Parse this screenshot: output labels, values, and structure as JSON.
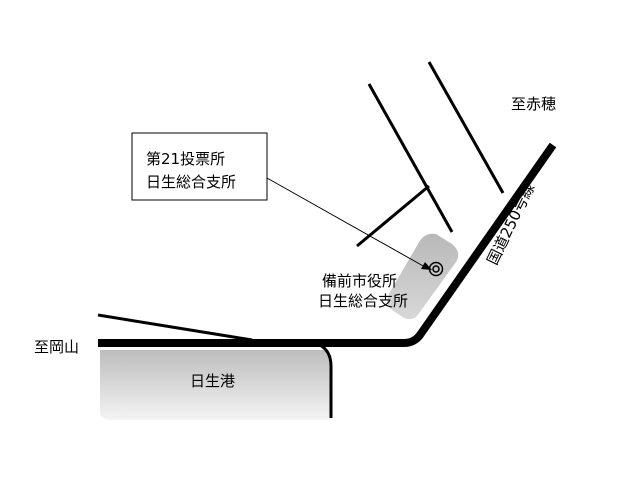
{
  "callout": {
    "line1": "第21投票所",
    "line2": "日生総合支所"
  },
  "facility": {
    "line1": "備前市役所",
    "line2": "日生総合支所",
    "marker": "double-circle-icon"
  },
  "labels": {
    "to_ako": "至赤穂",
    "to_okayama": "至岡山",
    "route": "国道250号線",
    "harbor": "日生港"
  },
  "colors": {
    "road": "#000000",
    "harbor_fill": "#cfcfcf",
    "building_fill": "#c4c4c4"
  }
}
